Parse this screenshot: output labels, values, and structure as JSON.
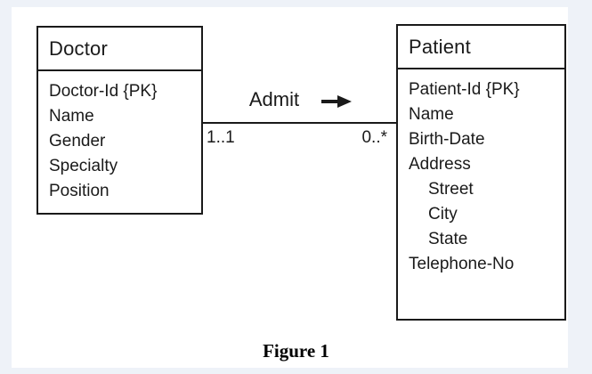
{
  "figure": {
    "caption": "Figure 1"
  },
  "diagram": {
    "entities": [
      {
        "name": "Doctor",
        "attributes": [
          {
            "label": "Doctor-Id {PK}",
            "indent": false
          },
          {
            "label": "Name",
            "indent": false
          },
          {
            "label": "Gender",
            "indent": false
          },
          {
            "label": "Specialty",
            "indent": false
          },
          {
            "label": "Position",
            "indent": false
          }
        ]
      },
      {
        "name": "Patient",
        "attributes": [
          {
            "label": "Patient-Id {PK}",
            "indent": false
          },
          {
            "label": "Name",
            "indent": false
          },
          {
            "label": "Birth-Date",
            "indent": false
          },
          {
            "label": "Address",
            "indent": false
          },
          {
            "label": "Street",
            "indent": true
          },
          {
            "label": "City",
            "indent": true
          },
          {
            "label": "State",
            "indent": true
          },
          {
            "label": "Telephone-No",
            "indent": false
          }
        ]
      }
    ],
    "relationship": {
      "label": "Admit",
      "direction_icon": "right-arrow",
      "from_entity": "Doctor",
      "to_entity": "Patient",
      "from_cardinality": "1..1",
      "to_cardinality": "0..*"
    }
  },
  "colors": {
    "frame_background": "#eef2f8",
    "canvas_background": "#ffffff",
    "stroke": "#1a1a1a",
    "text": "#000000"
  }
}
